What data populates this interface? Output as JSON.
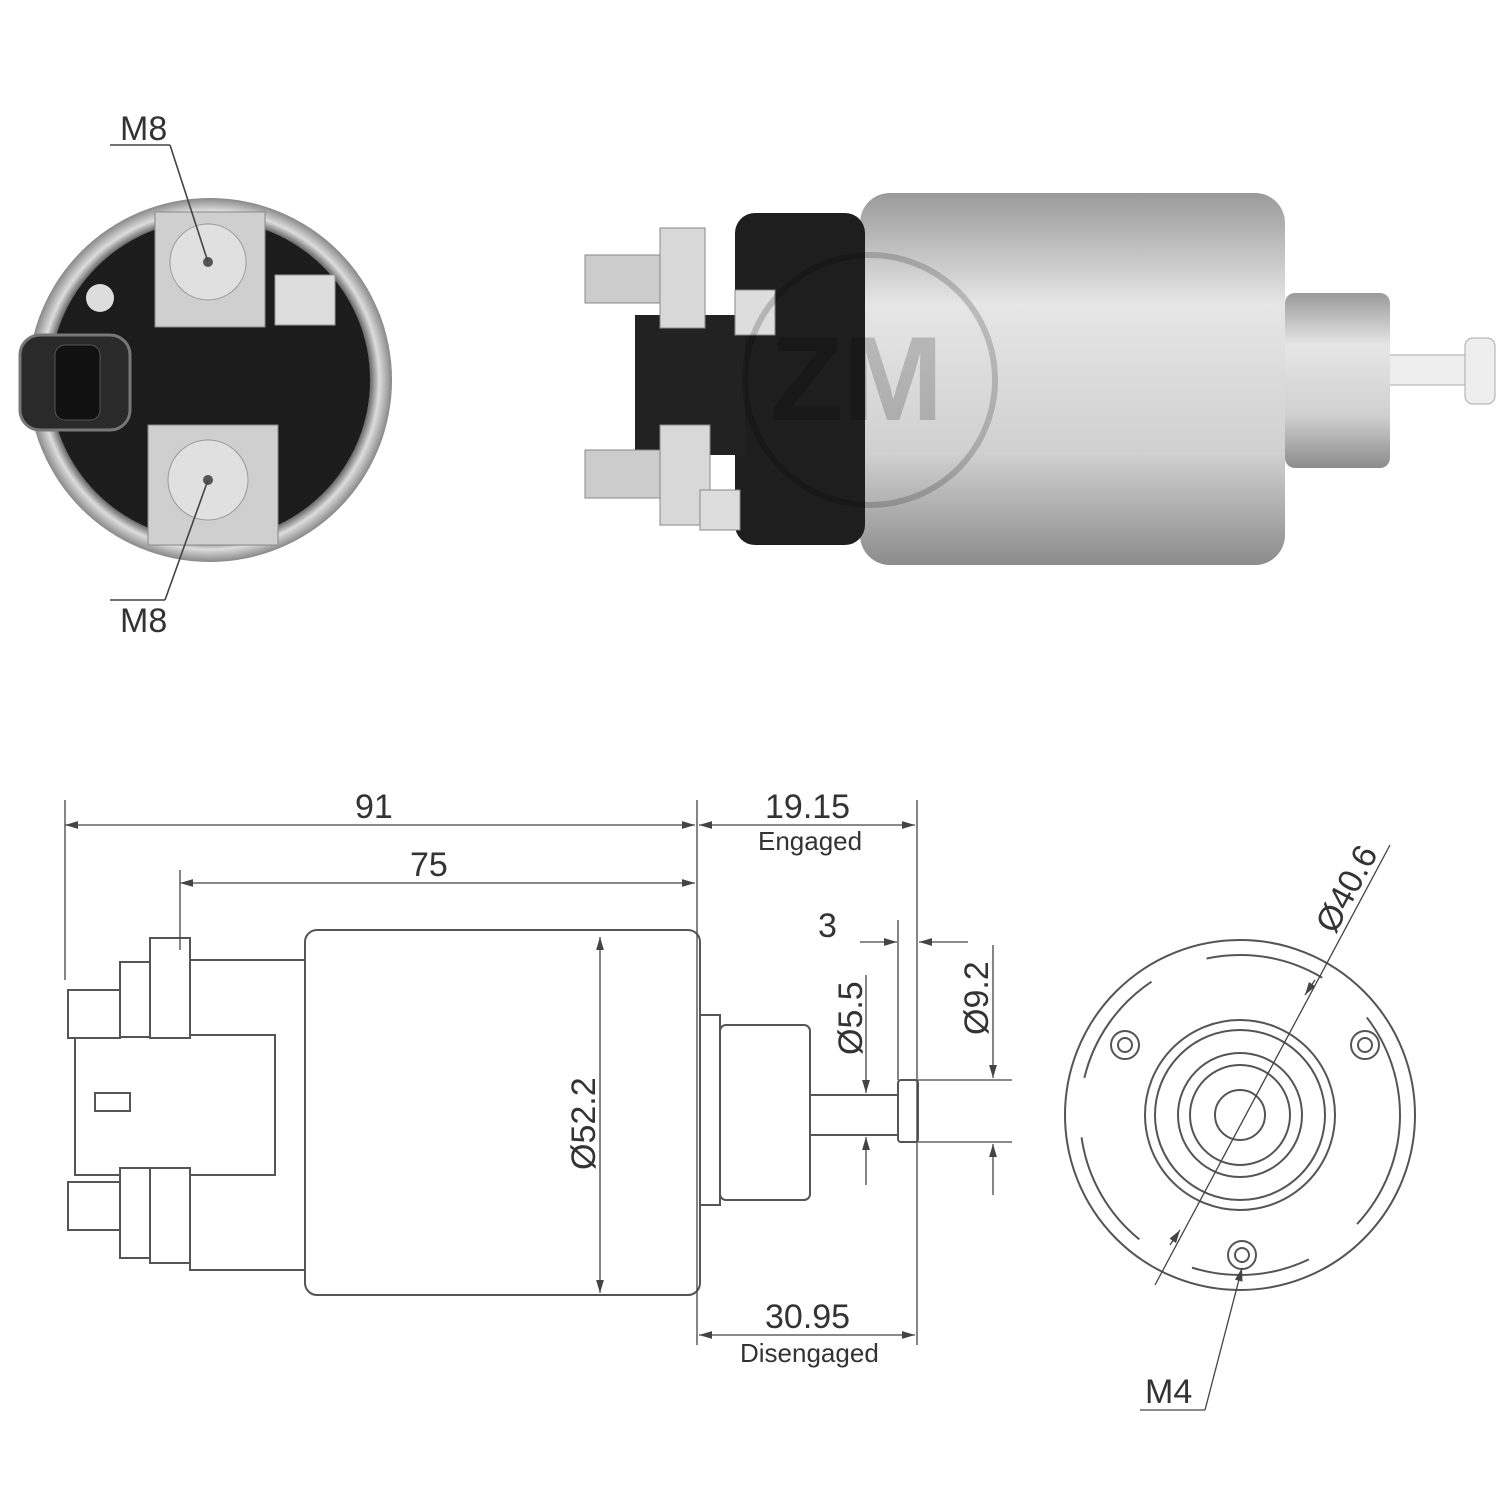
{
  "photo_end_view": {
    "terminal_top_label": "M8",
    "terminal_bottom_label": "M8"
  },
  "watermark": {
    "text": "ZM"
  },
  "side_drawing": {
    "overall_length": "91",
    "body_length": "75",
    "engaged_travel": "19.15",
    "engaged_label": "Engaged",
    "disengaged_travel": "30.95",
    "disengaged_label": "Disengaged",
    "tip_length": "3",
    "rod_diameter": "Ø5.5",
    "tip_diameter": "Ø9.2",
    "body_diameter": "Ø52.2"
  },
  "end_drawing": {
    "bolt_circle_diameter": "Ø40.6",
    "mount_thread": "M4"
  },
  "colors": {
    "body_silver": "#c9c9c9",
    "cap_black": "#1e1e1e",
    "line": "#444444"
  }
}
